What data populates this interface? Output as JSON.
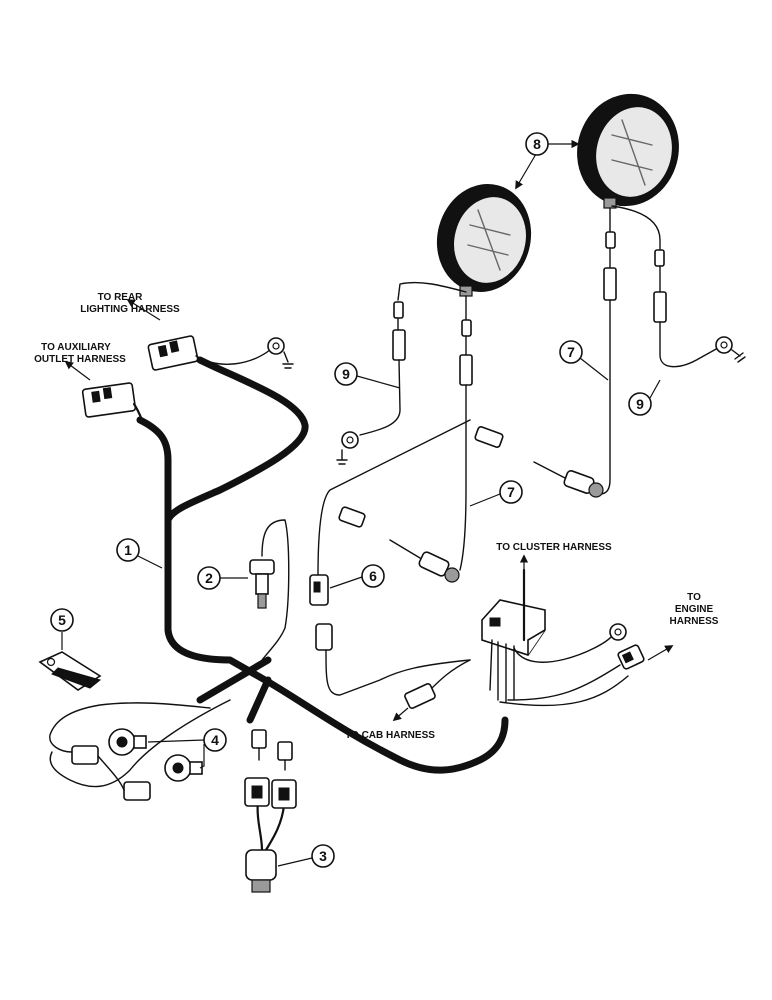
{
  "labels": {
    "rear_lighting": [
      "TO REAR",
      "LIGHTING HARNESS"
    ],
    "auxiliary_outlet": [
      "TO AUXILIARY",
      "OUTLET HARNESS"
    ],
    "cluster": [
      "TO CLUSTER HARNESS"
    ],
    "engine": [
      "TO",
      "ENGINE",
      "HARNESS"
    ],
    "cab": [
      "TO CAB HARNESS"
    ]
  },
  "callouts": {
    "c1": "1",
    "c2": "2",
    "c3": "3",
    "c4": "4",
    "c5": "5",
    "c6": "6",
    "c7a": "7",
    "c7b": "7",
    "c8": "8",
    "c9a": "9",
    "c9b": "9"
  }
}
